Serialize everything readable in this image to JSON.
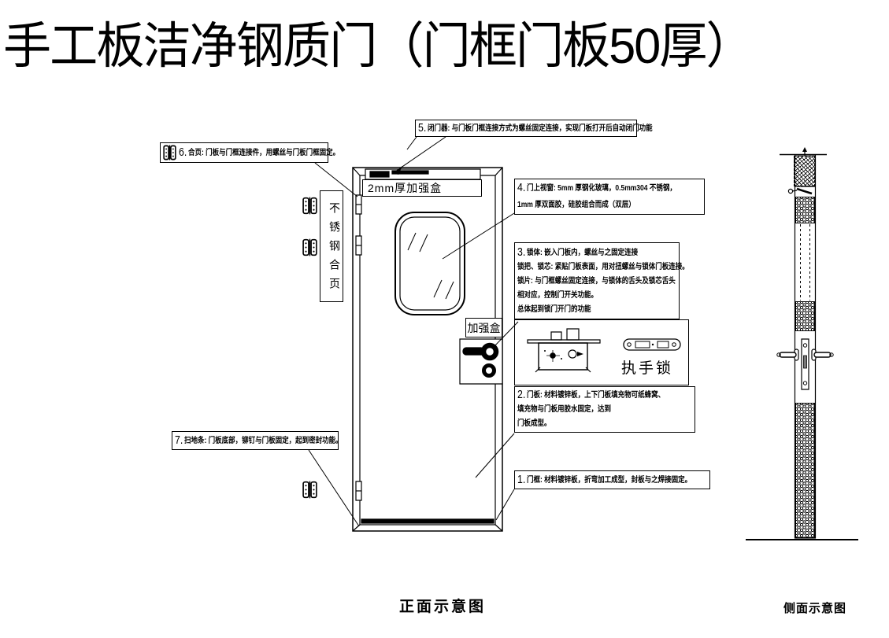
{
  "title": "手工板洁净钢质门（门框门板50厚）",
  "colors": {
    "ink": "#000000",
    "paper": "#ffffff"
  },
  "captions": {
    "front": "正面示意图",
    "side": "侧面示意图"
  },
  "door_labels": {
    "top_reinforce_box": "2mm厚加强盒",
    "lock_reinforce_box": "加强盒",
    "handle_lock": "执手锁",
    "stainless_hinge": "不锈钢合页"
  },
  "callouts": {
    "closer": {
      "num": "5.",
      "text": "闭门器: 与门板门框连接方式为螺丝固定连接，实现门板打开后自动闭门功能"
    },
    "hinge": {
      "num": "6.",
      "text": "合页: 门板与门框连接件，用螺丝与门板门框固定。"
    },
    "window": {
      "num": "4.",
      "line1": "门上视窗: 5mm 厚钢化玻璃，0.5mm304 不锈钢，",
      "line2": "1mm 厚双面胶，硅胶组合而成（双层）"
    },
    "lock": {
      "num": "3.",
      "line1": "锁体: 嵌入门板内，螺丝与之固定连接",
      "line2": "锁把、锁芯: 紧贴门板表面，用对扭螺丝与锁体门板连接。",
      "line3": "锁片: 与门框螺丝固定连接，与锁体的舌头及锁芯舌头",
      "line4": "相对应，控制门开关功能。",
      "line5": "总体起到锁门开门的功能"
    },
    "panel": {
      "num": "2.",
      "line1": "门板: 材料镀锌板，上下门板填充物可纸蜂窝、",
      "line2": "填充物与门板用胶水固定，达到",
      "line3": "门板成型。"
    },
    "frame": {
      "num": "1.",
      "text": "门框: 材料镀锌板，折弯加工成型，封板与之焊接固定。"
    },
    "sweep": {
      "num": "7.",
      "text": "扫地条: 门板底部，铆钉与门板固定，起到密封功能。"
    }
  }
}
